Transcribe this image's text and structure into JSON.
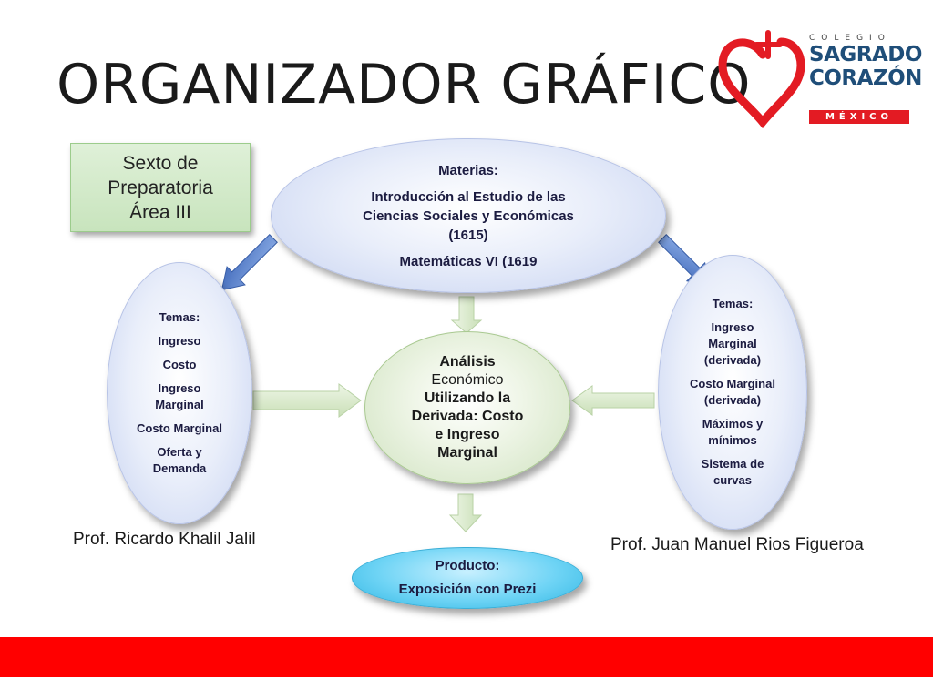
{
  "slide": {
    "title": "ORGANIZADOR GRÁFICO"
  },
  "logo": {
    "colegio": "COLEGIO",
    "sagrado": "SAGRADO",
    "corazon": "CORAZÓN",
    "mexico": "MÉXICO"
  },
  "grade_box": {
    "line1": "Sexto de",
    "line2": "Preparatoria",
    "line3": "Área III"
  },
  "subjects": {
    "heading": "Materias:",
    "subject1": "Introducción al Estudio de las Ciencias Sociales y Económicas (1615)",
    "subject2": "Matemáticas VI (1619"
  },
  "left_topics": {
    "heading": "Temas:",
    "items": [
      "Ingreso",
      "Costo",
      "Ingreso Marginal",
      "Costo Marginal",
      "Oferta y Demanda"
    ]
  },
  "right_topics": {
    "heading": "Temas:",
    "items": [
      "Ingreso Marginal (derivada)",
      "Costo Marginal (derivada)",
      "Máximos y mínimos",
      "Sistema de curvas"
    ]
  },
  "center": {
    "line1": "Análisis",
    "line2": "Económico",
    "line3": "Utilizando la",
    "line4": "Derivada: Costo",
    "line5": "e Ingreso",
    "line6": "Marginal"
  },
  "product": {
    "heading": "Producto:",
    "value": "Exposición con Prezi"
  },
  "teachers": {
    "left": "Prof. Ricardo Khalil Jalil",
    "right": "Prof. Juan Manuel Rios Figueroa"
  },
  "colors": {
    "accent_red": "#ff0000",
    "logo_blue": "#1f4e79",
    "oval_blue": "#c6d2f1",
    "oval_green": "#cfe2bf",
    "product_cyan": "#2fb6e3",
    "arrow_blue": "#4472c4"
  }
}
